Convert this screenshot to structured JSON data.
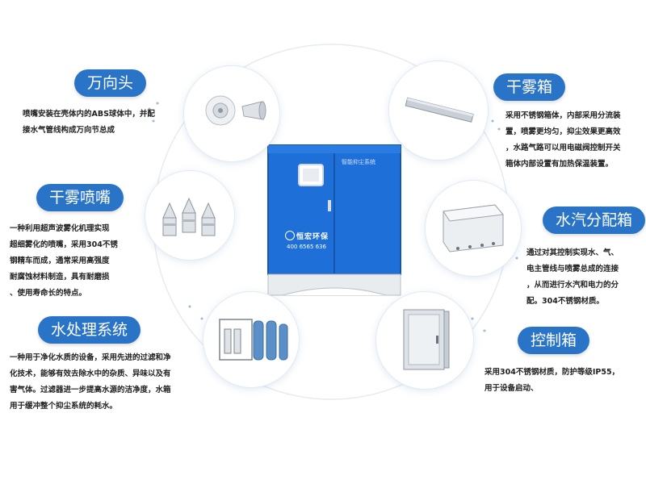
{
  "cabinet": {
    "panel_label": "智能抑尘系统",
    "brand": "恒宏环保",
    "phone": "400 6565 636"
  },
  "components": [
    {
      "title": "万向头",
      "lines": [
        "喷嘴安装在壳体内的ABS球体中，并配",
        "接水气管线构成万向节总成"
      ]
    },
    {
      "title": "干雾箱",
      "lines": [
        "采用不锈钢箱体，内部采用分流装",
        "置，喷雾更均匀，抑尘效果更高效",
        "，水路气路可以用电磁阀控制开关",
        "箱体内部设置有加热保温装置。"
      ]
    },
    {
      "title": "干雾喷嘴",
      "lines": [
        "一种利用超声波雾化机理实现",
        "超细雾化的喷嘴，采用304不锈",
        "钢精车而成，通常采用高强度",
        "耐腐蚀材料制造，具有耐磨损",
        "、使用寿命长的特点。"
      ]
    },
    {
      "title": "水汽分配箱",
      "lines": [
        "通过对其控制实现水、气、",
        "电主管线与喷雾总成的连接",
        "，从而进行水汽和电力的分",
        "配。304不锈钢材质。"
      ]
    },
    {
      "title": "水处理系统",
      "lines": [
        "一种用于净化水质的设备，采用先进的过滤和净",
        "化技术，能够有效去除水中的杂质、异味以及有",
        "害气体。过滤器进一步提高水源的洁净度，水箱",
        "用于缓冲整个抑尘系统的耗水。"
      ]
    },
    {
      "title": "控制箱",
      "lines": [
        "采用304不锈钢材质，防护等级IP55，",
        "用于设备启动、"
      ]
    }
  ]
}
